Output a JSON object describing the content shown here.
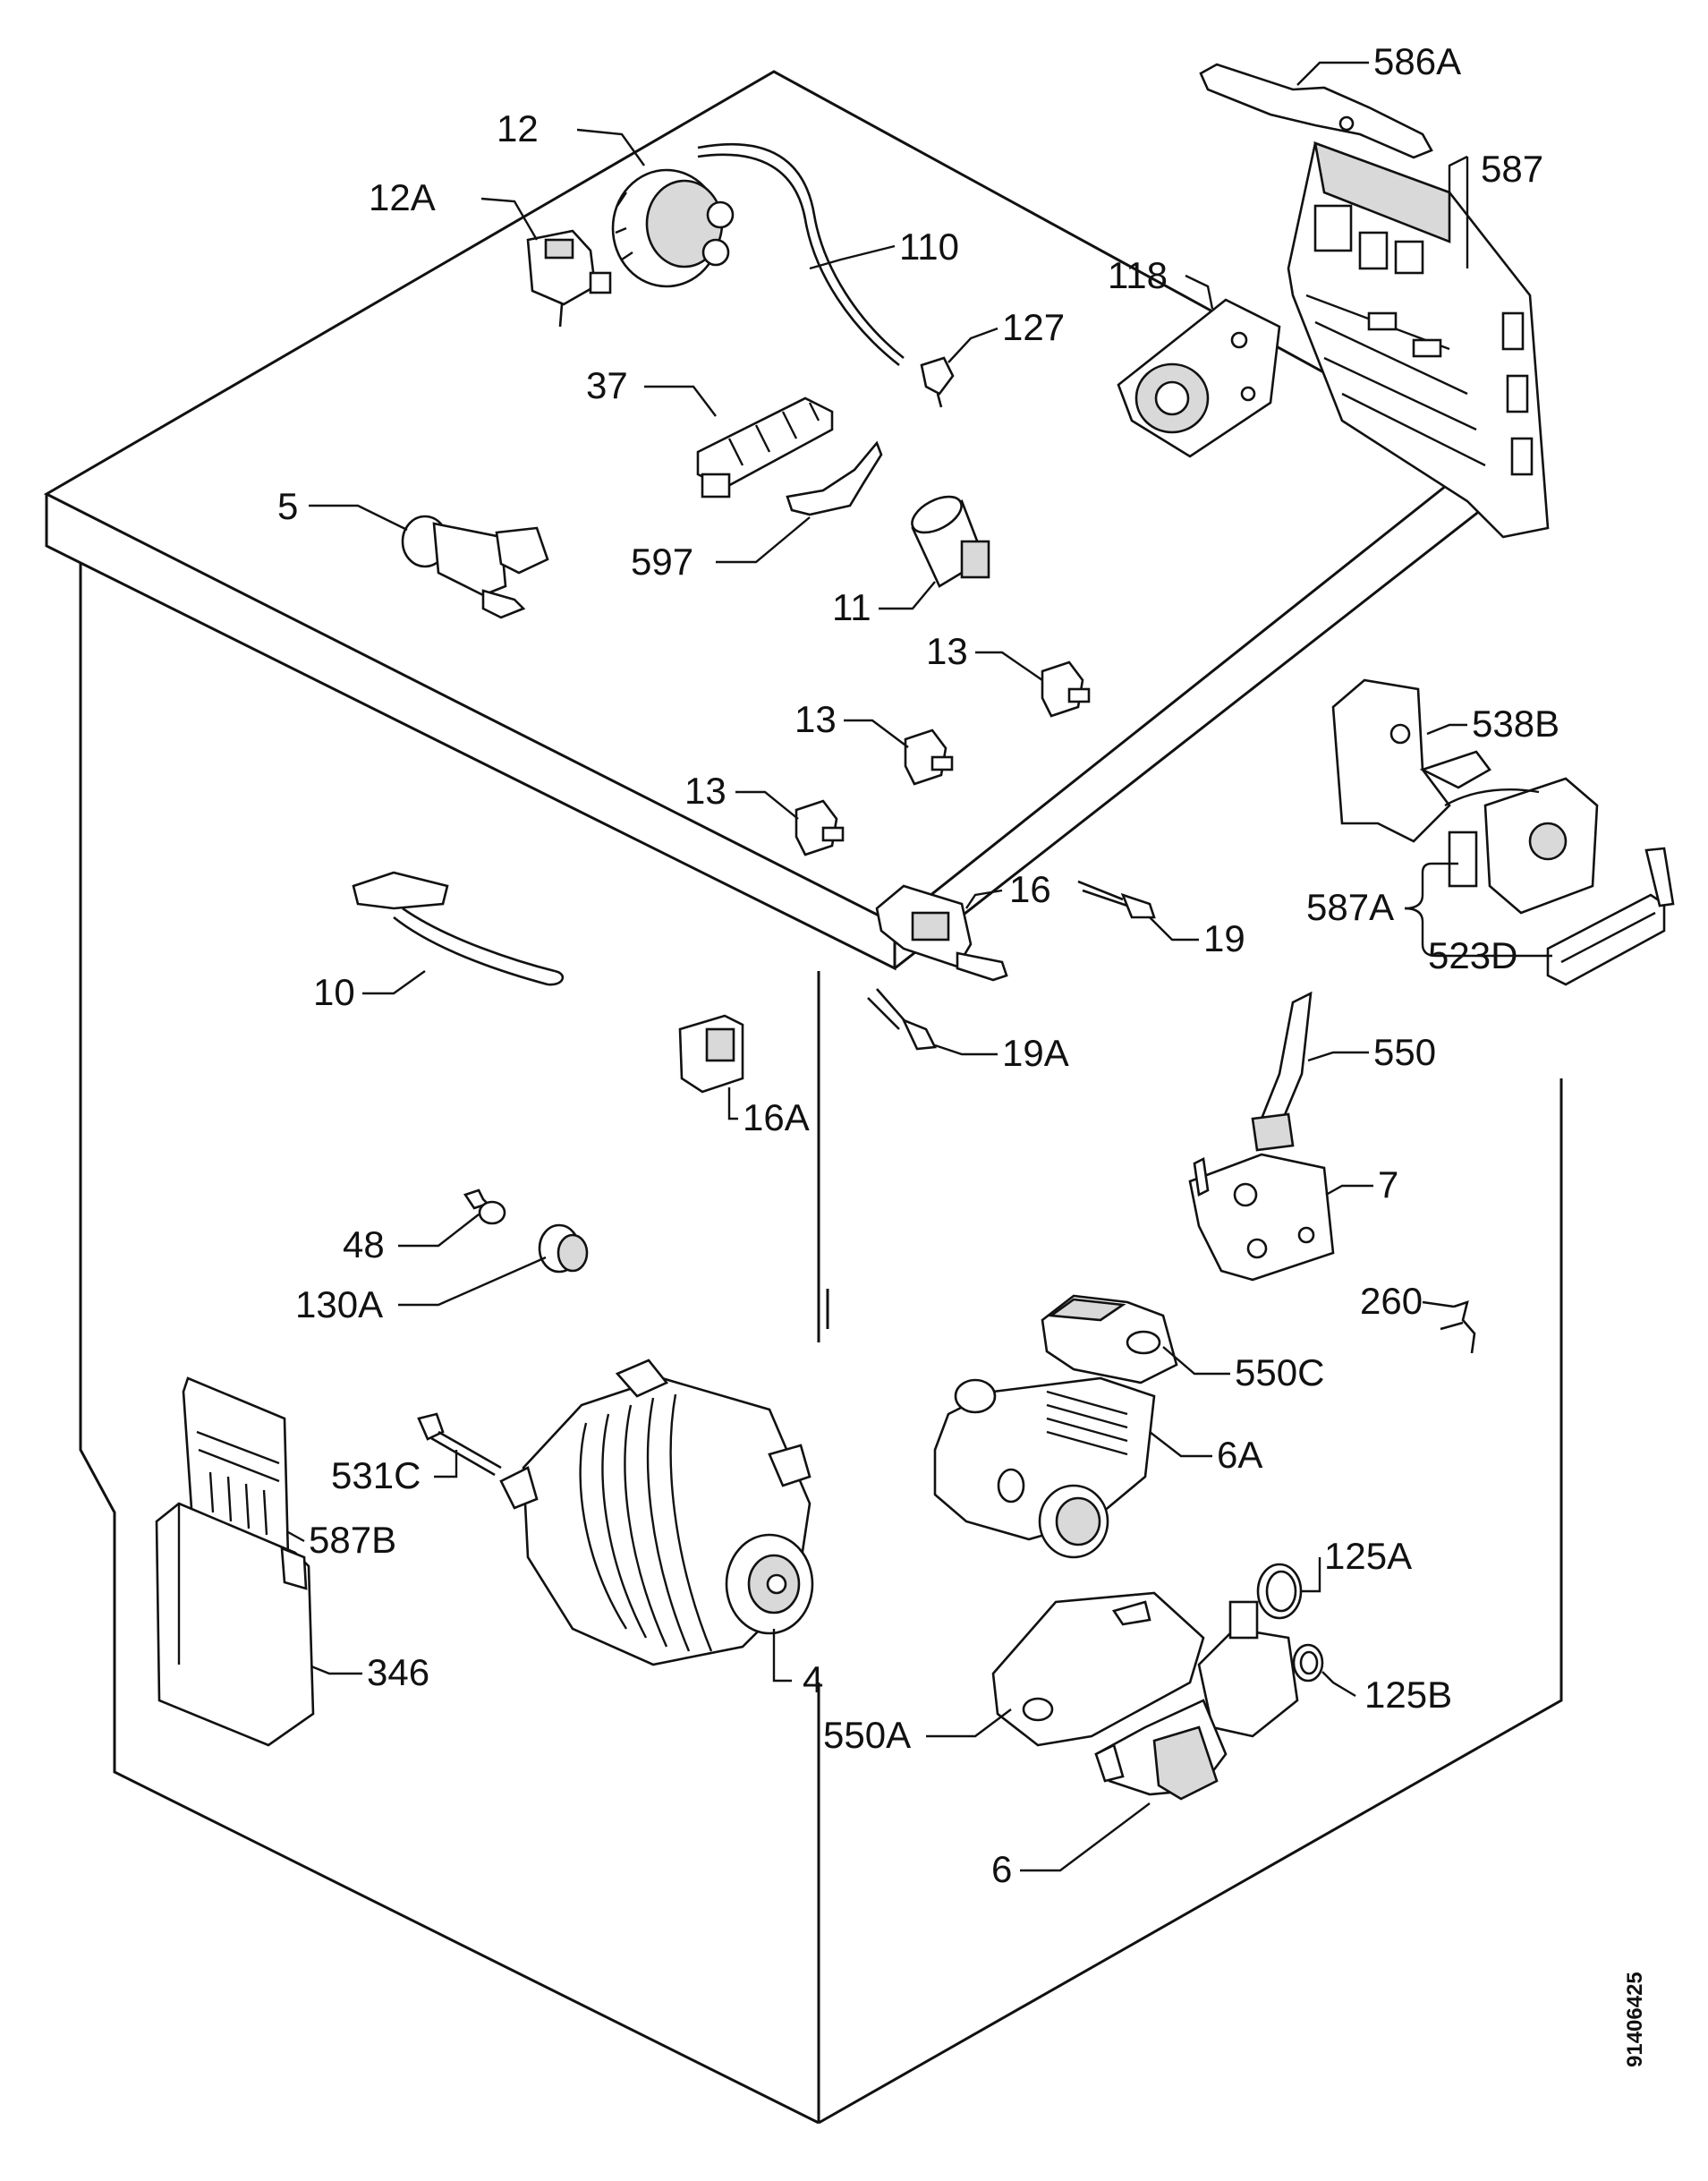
{
  "diagram": {
    "drawing_number": "91406425",
    "colors": {
      "ink": "#111111",
      "paper": "#ffffff",
      "shade": "#d9d9d9"
    },
    "labels": {
      "p586a": "586A",
      "p587": "587",
      "p12": "12",
      "p12a": "12A",
      "p110": "110",
      "p118": "118",
      "p127": "127",
      "p37": "37",
      "p5": "5",
      "p597": "597",
      "p11": "11",
      "p13a": "13",
      "p13b": "13",
      "p13c": "13",
      "p538b": "538B",
      "p587a": "587A",
      "p523d": "523D",
      "p16": "16",
      "p19": "19",
      "p19a": "19A",
      "p10": "10",
      "p16a": "16A",
      "p550": "550",
      "p7": "7",
      "p48": "48",
      "p130a": "130A",
      "p260": "260",
      "p550c": "550C",
      "p531c": "531C",
      "p6a": "6A",
      "p587b": "587B",
      "p125a": "125A",
      "p125b": "125B",
      "p346": "346",
      "p4": "4",
      "p550a": "550A",
      "p6": "6"
    }
  }
}
